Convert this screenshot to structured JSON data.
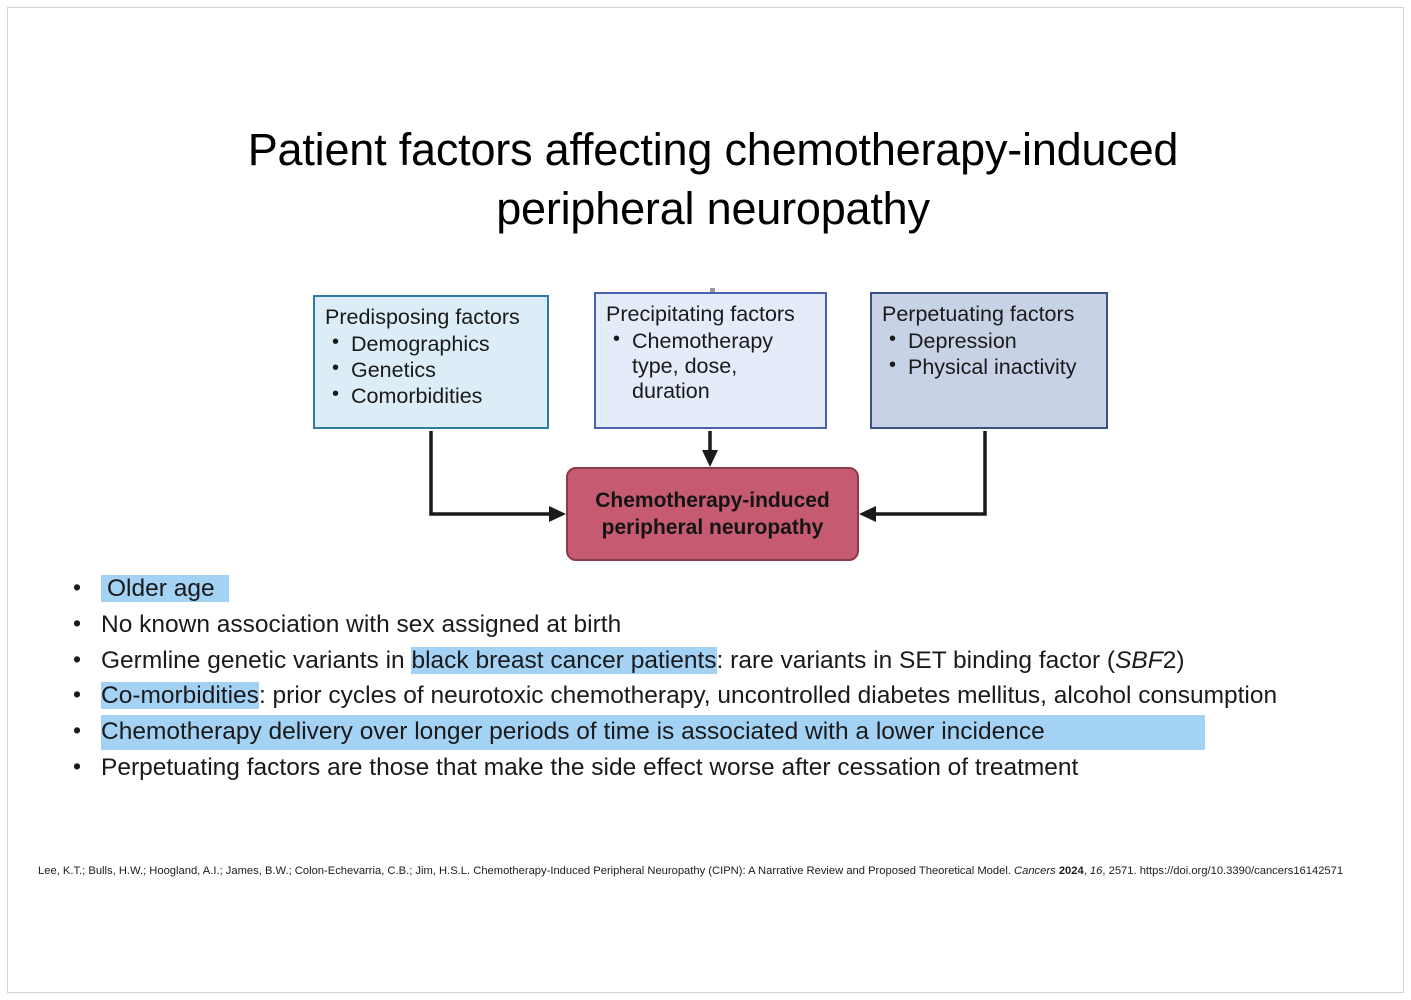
{
  "slide": {
    "title": "Patient factors affecting chemotherapy-induced peripheral neuropathy"
  },
  "diagram": {
    "boxes": [
      {
        "id": "predisposing",
        "heading": "Predisposing factors",
        "items": [
          "Demographics",
          "Genetics",
          "Comorbidities"
        ],
        "fill": "#dcedf7",
        "border": "#2e7d9e"
      },
      {
        "id": "precipitating",
        "heading": "Precipitating factors",
        "items": [
          "Chemotherapy type, dose, duration"
        ],
        "fill": "#e4ebf9",
        "border": "#4b61b0"
      },
      {
        "id": "perpetuating",
        "heading": "Perpetuating factors",
        "items": [
          "Depression",
          "Physical inactivity"
        ],
        "fill": "#c8d2e6",
        "border": "#3c5183"
      }
    ],
    "outcome": {
      "line1": "Chemotherapy-induced",
      "line2": "peripheral neuropathy",
      "fill": "#c55a70",
      "border": "#8b3a4c"
    },
    "arrow_color": "#1a1a1a"
  },
  "bullets": {
    "highlight_color": "#a3d2f5",
    "items": [
      {
        "id": "older-age",
        "segments": [
          {
            "text": "Older age",
            "highlight": true,
            "pad": true
          }
        ]
      },
      {
        "id": "sex-assigned-at-birth",
        "segments": [
          {
            "text": "No known association with sex assigned at birth",
            "highlight": false
          }
        ]
      },
      {
        "id": "germline-genetic-variants",
        "segments": [
          {
            "text": "Germline genetic variants in ",
            "highlight": false
          },
          {
            "text": "black breast cancer patients",
            "highlight": true
          },
          {
            "text": ": rare variants in SET binding factor (",
            "highlight": false
          },
          {
            "text": "SBF",
            "highlight": false,
            "italic": true
          },
          {
            "text": "2)",
            "highlight": false
          }
        ]
      },
      {
        "id": "co-morbidities",
        "segments": [
          {
            "text": "Co-morbidities",
            "highlight": true
          },
          {
            "text": ": prior cycles of neurotoxic chemotherapy, uncontrolled diabetes mellitus, alcohol consumption",
            "highlight": false
          }
        ]
      },
      {
        "id": "chemo-delivery-duration",
        "segments": [
          {
            "text": "Chemotherapy delivery over longer periods of time is associated with a lower incidence",
            "highlight": true,
            "wide": true
          }
        ]
      },
      {
        "id": "perpetuating-factors-note",
        "segments": [
          {
            "text": "Perpetuating factors are those that make the side effect worse after cessation of treatment",
            "highlight": false
          }
        ]
      }
    ]
  },
  "citation": {
    "authors": "Lee, K.T.; Bulls, H.W.; Hoogland, A.I.; James, B.W.; Colon-Echevarria, C.B.; Jim, H.S.L. ",
    "article_title": "Chemotherapy-Induced Peripheral Neuropathy (CIPN): A Narrative Review and Proposed Theoretical Model. ",
    "journal": "Cancers",
    "year": "2024",
    "volume": "16",
    "pages": "2571",
    "doi": "https://doi.org/10.3390/cancers16142571"
  }
}
